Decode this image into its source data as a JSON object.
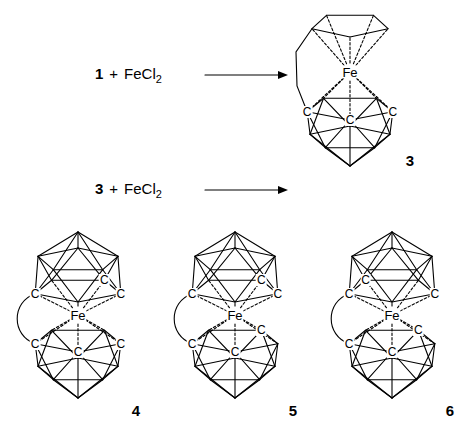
{
  "diagram": {
    "labels": [
      "1",
      "+",
      "FeCl",
      "2",
      "Fe",
      "C",
      "C",
      "C",
      "3",
      "3",
      "+",
      "FeCl",
      "2",
      "Fe",
      "C",
      "C",
      "C",
      "C",
      "C",
      "C",
      "4",
      "Fe",
      "C",
      "C",
      "C",
      "C",
      "C",
      "C",
      "5",
      "Fe",
      "C",
      "C",
      "C",
      "C",
      "C",
      "C",
      "6"
    ]
  }
}
